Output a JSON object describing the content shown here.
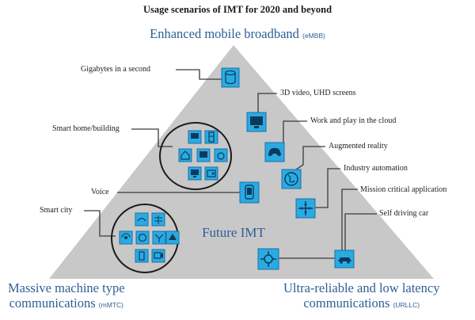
{
  "title": "Usage scenarios of IMT for 2020 and beyond",
  "top_corner": {
    "label": "Enhanced mobile broadband",
    "abbr": "(eMBB)"
  },
  "bottom_left_corner": {
    "line1": "Massive machine type",
    "line2": "communications",
    "abbr": "(mMTC)"
  },
  "bottom_right_corner": {
    "line1": "Ultra-reliable and low latency",
    "line2": "communications",
    "abbr": "(URLLC)"
  },
  "center_label": "Future IMT",
  "scenarios": {
    "gigabytes": "Gigabytes in a second",
    "video": "3D video, UHD screens",
    "cloud": "Work and play in the cloud",
    "smart_home": "Smart home/building",
    "ar": "Augmented reality",
    "industry": "Industry automation",
    "voice": "Voice",
    "mission": "Mission critical application",
    "smart_city": "Smart city",
    "car": "Self driving car"
  },
  "colors": {
    "triangle": "#c8c8c8",
    "icon_fill": "#29abe2",
    "icon_stroke": "#1b6fa8",
    "accent_text": "#2e5f96"
  }
}
